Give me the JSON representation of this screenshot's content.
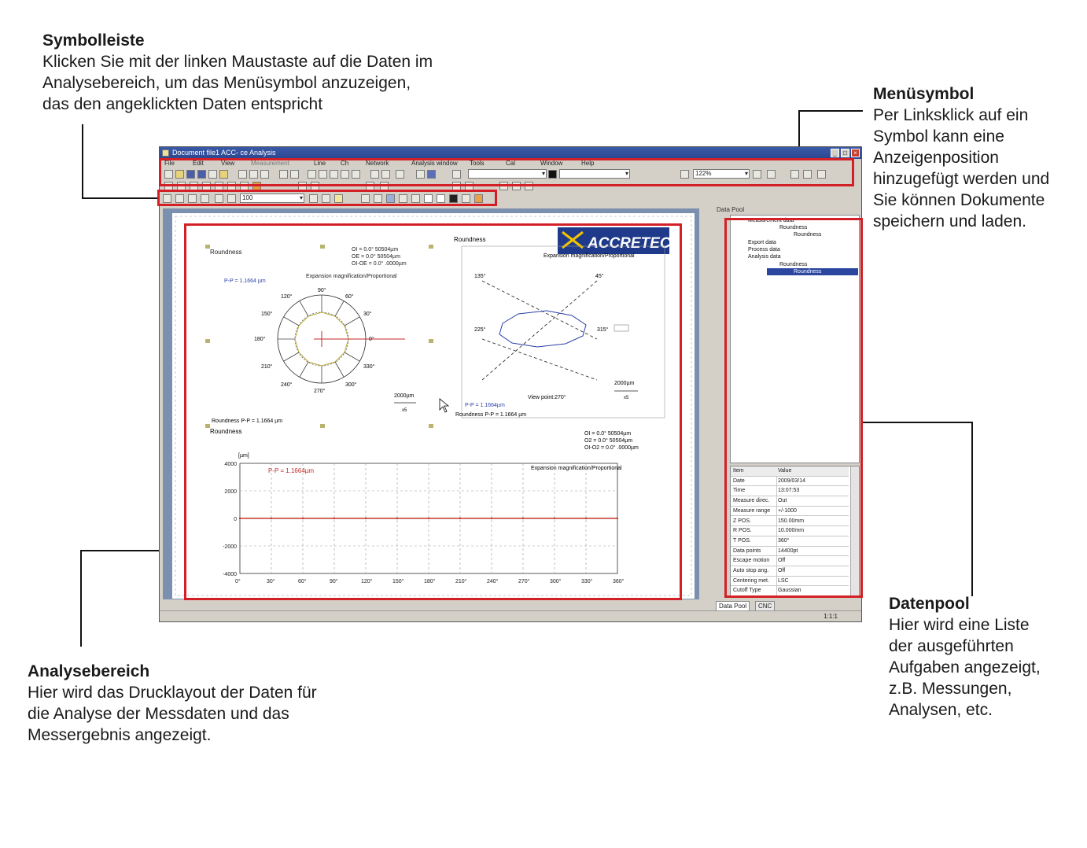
{
  "annotations": {
    "symbolleiste": {
      "heading": "Symbolleiste",
      "lines": [
        "Klicken Sie mit der linken Maustaste auf die Daten im",
        "Analysebereich, um das Menüsymbol anzuzeigen,",
        "das den angeklickten Daten entspricht"
      ]
    },
    "menuesymbol": {
      "heading": "Menüsymbol",
      "lines": [
        "Per Linksklick auf ein",
        "Symbol kann eine",
        "Anzeigenposition",
        "hinzugefügt werden und",
        "Sie können Dokumente",
        "speichern und laden."
      ]
    },
    "analysebereich": {
      "heading": "Analysebereich",
      "lines": [
        "Hier wird das Drucklayout der Daten für",
        "die Analyse der Messdaten und das",
        "Messergebnis angezeigt."
      ]
    },
    "datenpool": {
      "heading": "Datenpool",
      "lines": [
        "Hier wird eine Liste",
        "der ausgeführten",
        "Aufgaben angezeigt,",
        "z.B. Messungen,",
        "Analysen, etc."
      ]
    },
    "highlight_color": "#d32027"
  },
  "window": {
    "title": "Document file1 ACC- ce Analysis",
    "menu": [
      "File",
      "Edit",
      "View",
      "Measurement",
      "Line",
      "Ch",
      "Network",
      "Analysis window",
      "Tools",
      "Cal",
      "Window",
      "Help"
    ],
    "zoom_value": "122%",
    "layout_zoom": "100"
  },
  "report": {
    "logo": "ACCRETECH",
    "block1": {
      "label": "Roundness",
      "pp": "P-P =   1.1664 µm",
      "mode": "Expansion magnification/Proportional",
      "info": [
        "OI      = 0.0°  50504µm",
        "OE      = 0.0°  50504µm",
        "OI-OE  = 0.0°   .0000µm"
      ],
      "angles": [
        "90°",
        "60°",
        "30°",
        "0°",
        "330°",
        "300°",
        "270°",
        "240°",
        "210°",
        "180°",
        "150°",
        "120°"
      ],
      "scale": "2000µm",
      "scale_sub": "x5",
      "caption": "Roundness P-P =  1.1664 µm"
    },
    "block2": {
      "label": "Roundness",
      "mode": "Expansion magnification/Proportional",
      "angles": [
        "135°",
        "45°",
        "225°",
        "315°"
      ],
      "view": "View point:270°",
      "pp": "P-P =  1.1664µm",
      "caption": "Roundness P-P =  1.1664 µm",
      "scale": "2000µm",
      "scale_sub": "x5"
    },
    "block3": {
      "label": "Roundness",
      "info": [
        "OI      = 0.0°  50504µm",
        "O2      = 0.0°  50504µm",
        "OI-O2  = 0.0°   .0000µm"
      ]
    }
  },
  "chart_data": {
    "type": "line",
    "title": "Expansion magnification/Proportional",
    "ylabel": "[µm]",
    "annotation": "P-P =  1.1664µm",
    "x": [
      0,
      30,
      60,
      90,
      120,
      150,
      180,
      210,
      240,
      270,
      300,
      330,
      360
    ],
    "x_tick_labels": [
      "0°",
      "30°",
      "60°",
      "90°",
      "120°",
      "150°",
      "180°",
      "210°",
      "240°",
      "270°",
      "300°",
      "330°",
      "360°"
    ],
    "y_ticks": [
      4000,
      2000,
      0,
      -2000,
      -4000
    ],
    "ylim": [
      -4000,
      4000
    ],
    "xlim": [
      0,
      360
    ],
    "series": [
      {
        "values": [
          0,
          0,
          0,
          0,
          0,
          0,
          0,
          0,
          0,
          0,
          0,
          0,
          0
        ],
        "color": "#c0392b"
      }
    ],
    "grid": true
  },
  "data_pool": {
    "title": "Data Pool",
    "tree": [
      {
        "text": "Measurement data",
        "level": 0
      },
      {
        "text": "Roundness",
        "level": 1
      },
      {
        "text": "Roundness",
        "level": 2
      },
      {
        "text": "Export data",
        "level": 0
      },
      {
        "text": "Process data",
        "level": 0
      },
      {
        "text": "Analysis data",
        "level": 0
      },
      {
        "text": "Roundness",
        "level": 1
      },
      {
        "text": "Roundness",
        "level": 2,
        "selected": true
      }
    ],
    "properties": {
      "headers": [
        "Item",
        "Value"
      ],
      "rows": [
        [
          "Date",
          "2009/03/14"
        ],
        [
          "Time",
          "13:07:53"
        ],
        [
          "Measure direc.",
          "Out"
        ],
        [
          "Measure range",
          "+/-1000"
        ],
        [
          "Z POS.",
          "150.00mm"
        ],
        [
          "R POS.",
          "10.000mm"
        ],
        [
          "T POS.",
          "360°"
        ],
        [
          "Data points",
          "14400pt"
        ],
        [
          "Escape motion",
          "Off"
        ],
        [
          "Auto stop ang.",
          "Off"
        ],
        [
          "Centering met.",
          "LSC"
        ],
        [
          "Cutoff Type",
          "Gaussian"
        ]
      ]
    },
    "tabs": [
      "Data Pool",
      "CNC"
    ]
  },
  "status": {
    "right": "1:1:1"
  }
}
